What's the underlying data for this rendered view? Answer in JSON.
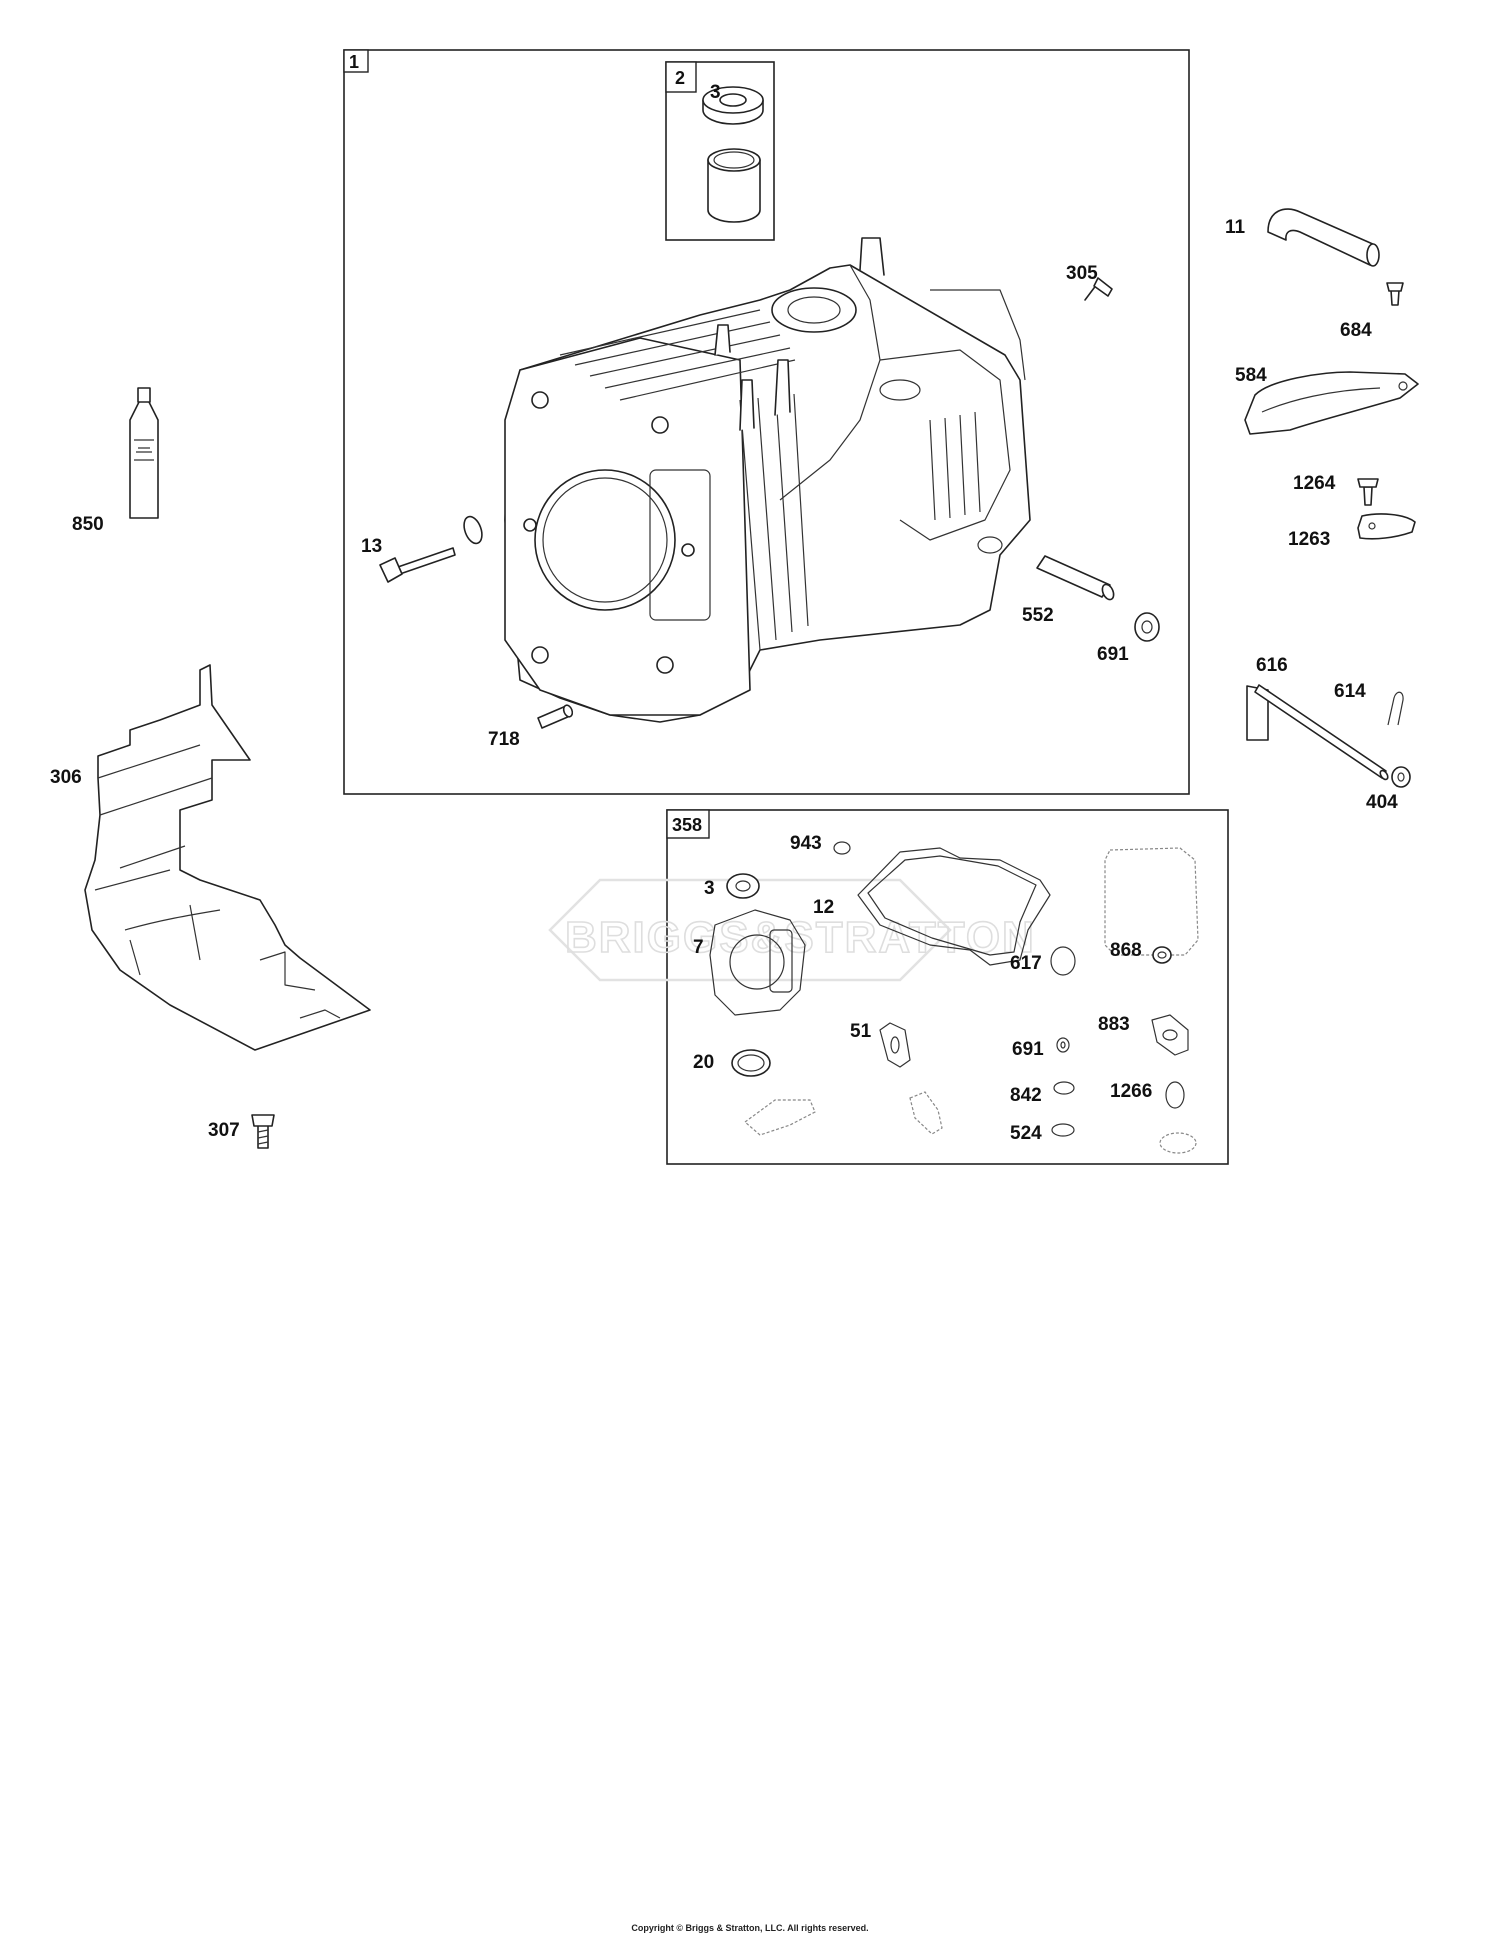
{
  "boxes": {
    "box1": "1",
    "box2": "2",
    "box358": "358"
  },
  "callouts": {
    "c3a": "3",
    "c305": "305",
    "c13": "13",
    "c552": "552",
    "c691a": "691",
    "c718": "718",
    "c11": "11",
    "c684": "684",
    "c584": "584",
    "c1264": "1264",
    "c1263": "1263",
    "c616": "616",
    "c614": "614",
    "c404": "404",
    "c850": "850",
    "c306": "306",
    "c307": "307",
    "c943": "943",
    "c3b": "3",
    "c12": "12",
    "c7": "7",
    "c617": "617",
    "c868": "868",
    "c51": "51",
    "c883": "883",
    "c691b": "691",
    "c20": "20",
    "c842": "842",
    "c1266": "1266",
    "c524": "524"
  },
  "watermark": "BRIGGS&STRATTON",
  "copyright": "Copyright © Briggs & Stratton, LLC. All rights reserved."
}
